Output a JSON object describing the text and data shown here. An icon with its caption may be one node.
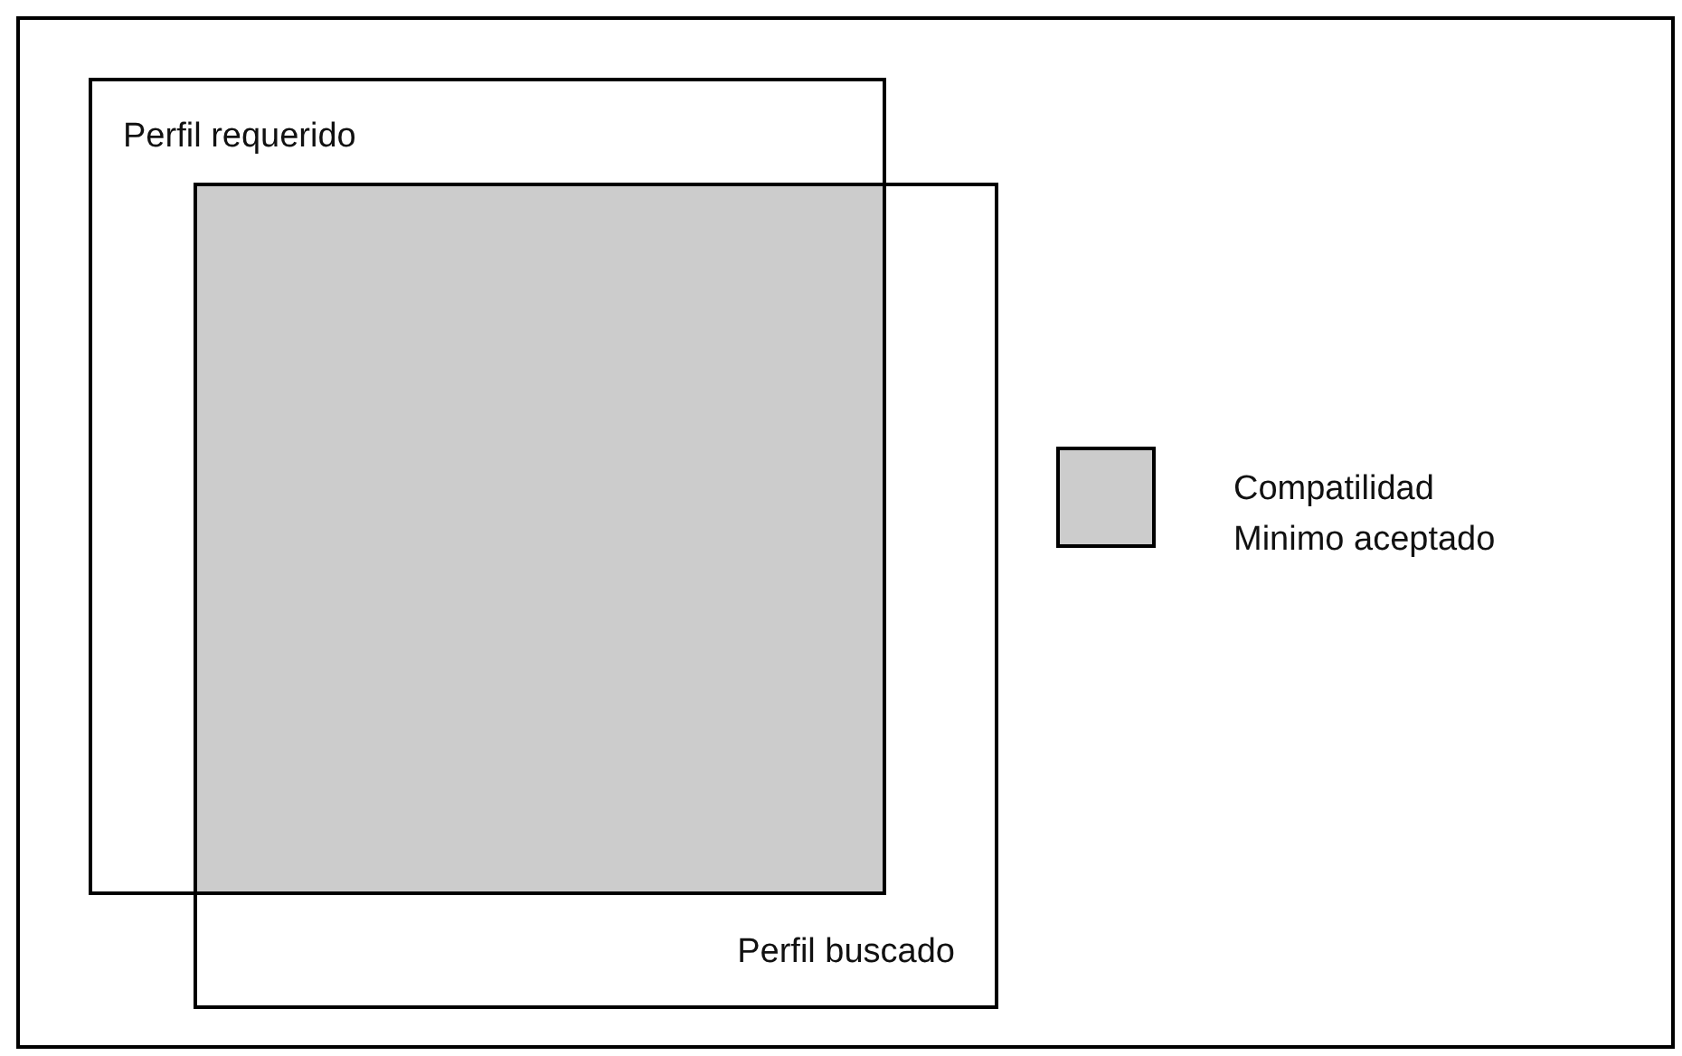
{
  "diagram": {
    "nodes": [
      {
        "text": [
          "Perfil requerido"
        ]
      },
      {
        "text": [
          "Perfil buscado"
        ]
      },
      {
        "text": [],
        "shape": "box"
      }
    ],
    "legend": [
      {
        "text": "Compatilidad Minimo aceptado",
        "color": "#cccccc"
      }
    ]
  }
}
